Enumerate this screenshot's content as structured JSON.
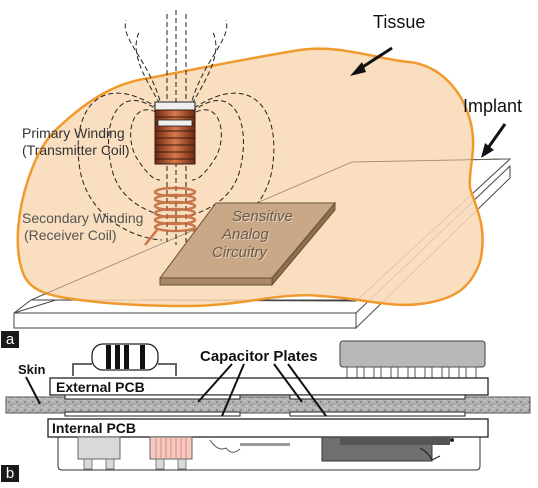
{
  "panel_a": {
    "tag": "a",
    "labels": {
      "tissue": "Tissue",
      "implant": "Implant",
      "primary_1": "Primary Winding",
      "primary_2": "(Transmitter Coil)",
      "secondary_1": "Secondary Winding",
      "secondary_2": "(Receiver Coil)",
      "chip_1": "Sensitive",
      "chip_2": "Analog",
      "chip_3": "Circuitry"
    }
  },
  "panel_b": {
    "tag": "b",
    "labels": {
      "skin": "Skin",
      "capacitor_plates": "Capacitor Plates",
      "external_pcb": "External PCB",
      "internal_pcb": "Internal PCB"
    }
  },
  "colors": {
    "tissue_fill": "#f8d9b6",
    "tissue_outline": "#f09a2e",
    "coil_copper": "#b2552a",
    "chip_fill": "#c9a888",
    "skin_gray": "#9a9a9a"
  }
}
